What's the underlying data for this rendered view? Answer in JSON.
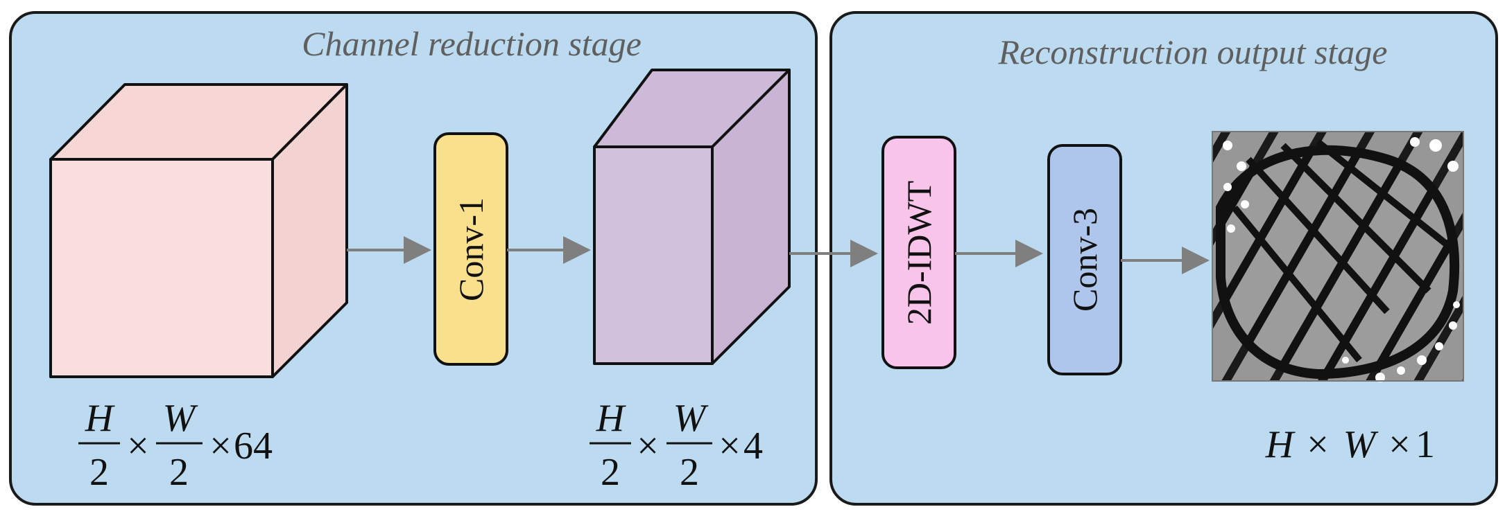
{
  "stages": {
    "left": {
      "title": "Channel reduction stage"
    },
    "right": {
      "title": "Reconstruction output stage"
    }
  },
  "blocks": {
    "conv1": {
      "label": "Conv-1",
      "color": "#F9E08C"
    },
    "idwt": {
      "label": "2D-IDWT",
      "color": "#F9C4EA"
    },
    "conv3": {
      "label": "Conv-3",
      "color": "#AFC6EC"
    }
  },
  "tensors": {
    "input": {
      "h": "H",
      "w": "W",
      "den": "2",
      "times": "×",
      "channels": "64",
      "colors": {
        "front": "#F8DEDD",
        "top": "#F6D7D6",
        "side": "#F3D3D2"
      }
    },
    "reduced": {
      "h": "H",
      "w": "W",
      "den": "2",
      "times": "×",
      "channels": "4",
      "colors": {
        "front": "#D2C1DB",
        "top": "#CDBAD8",
        "side": "#C9B5D3"
      }
    }
  },
  "output": {
    "h": "H",
    "w": "W",
    "times": "×",
    "channels": "1"
  },
  "colors": {
    "panel_fill": "#BCDAF0",
    "panel_stroke": "#1a1a1a",
    "arrow": "#7f7f7f"
  }
}
